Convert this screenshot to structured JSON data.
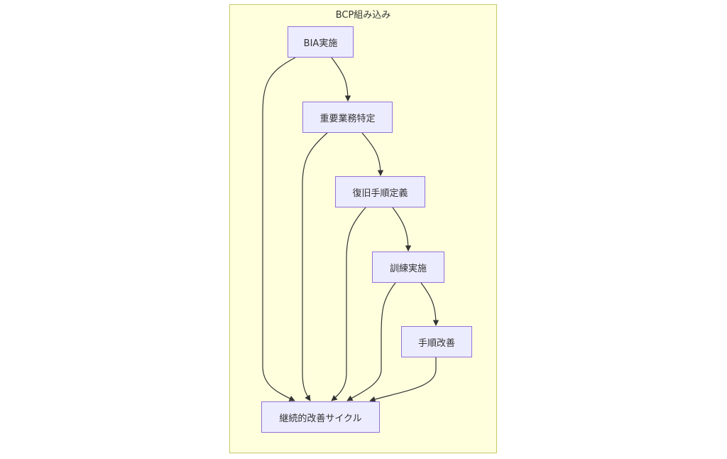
{
  "subgraph": {
    "title": "BCP組み込み"
  },
  "nodes": {
    "bia": "BIA実施",
    "critical": "重要業務特定",
    "recovery": "復旧手順定義",
    "training": "訓練実施",
    "improve": "手順改善",
    "cycle": "継続的改善サイクル"
  },
  "colors": {
    "cluster_fill": "#ffffde",
    "cluster_border": "#c8c86a",
    "node_fill": "#ececff",
    "node_border": "#9370db",
    "edge": "#333333"
  }
}
